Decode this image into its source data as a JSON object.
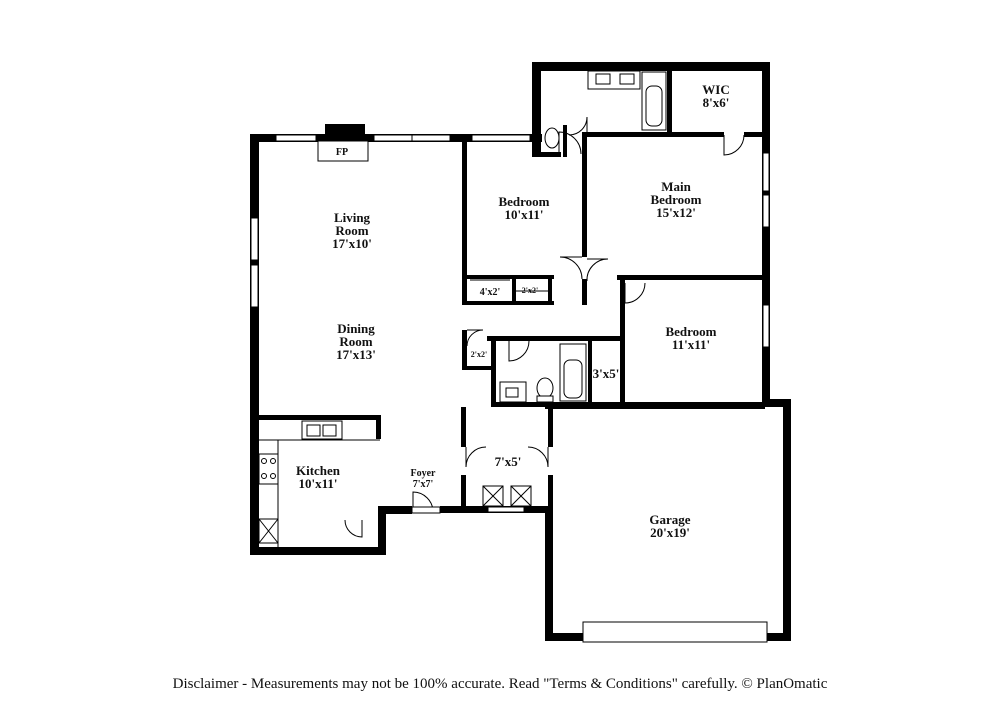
{
  "rooms": {
    "living": {
      "name_line1": "Living",
      "name_line2": "Room",
      "dims": "17'x10'"
    },
    "dining": {
      "name_line1": "Dining",
      "name_line2": "Room",
      "dims": "17'x13'"
    },
    "kitchen": {
      "name": "Kitchen",
      "dims": "10'x11'"
    },
    "foyer": {
      "name": "Foyer",
      "dims": "7'x7'"
    },
    "bedroom_a": {
      "name": "Bedroom",
      "dims": "10'x11'"
    },
    "main_bedroom": {
      "name_line1": "Main",
      "name_line2": "Bedroom",
      "dims": "15'x12'"
    },
    "wic": {
      "name": "WIC",
      "dims": "8'x6'"
    },
    "bedroom_b": {
      "name": "Bedroom",
      "dims": "11'x11'"
    },
    "hall_closet": {
      "dims": "3'x5'"
    },
    "laundry": {
      "dims": "7'x5'"
    },
    "closet_4x2": {
      "dims": "4'x2'"
    },
    "closet_2x2_a": {
      "dims": "2'x2'"
    },
    "closet_2x2_b": {
      "dims": "2'x2'"
    },
    "garage": {
      "name": "Garage",
      "dims": "20'x19'"
    },
    "fireplace": {
      "label": "FP"
    }
  },
  "disclaimer": "Disclaimer - Measurements may not be 100% accurate. Read \"Terms & Conditions\" carefully. © PlanOmatic"
}
